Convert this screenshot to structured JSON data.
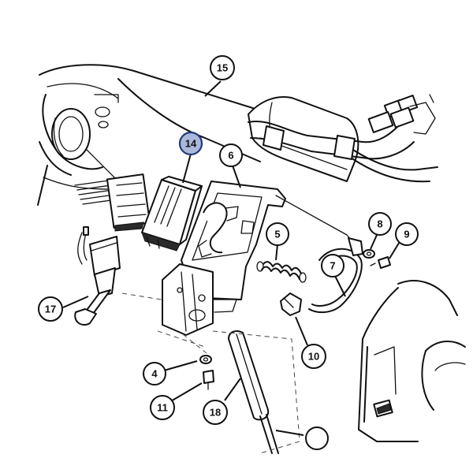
{
  "callouts": [
    {
      "id": "c15",
      "label": "15",
      "highlight": false
    },
    {
      "id": "c14",
      "label": "14",
      "highlight": true
    },
    {
      "id": "c6",
      "label": "6",
      "highlight": false
    },
    {
      "id": "c8",
      "label": "8",
      "highlight": false
    },
    {
      "id": "c9",
      "label": "9",
      "highlight": false
    },
    {
      "id": "c5",
      "label": "5",
      "highlight": false
    },
    {
      "id": "c7",
      "label": "7",
      "highlight": false
    },
    {
      "id": "c17",
      "label": "17",
      "highlight": false
    },
    {
      "id": "c10",
      "label": "10",
      "highlight": false
    },
    {
      "id": "c4",
      "label": "4",
      "highlight": false
    },
    {
      "id": "c11",
      "label": "11",
      "highlight": false
    },
    {
      "id": "c18",
      "label": "18",
      "highlight": false
    },
    {
      "id": "c_partial",
      "label": "",
      "highlight": false
    }
  ],
  "colors": {
    "line": "#111111",
    "highlight_fill": "#aab8dc",
    "highlight_stroke": "#243a78",
    "background": "#ffffff"
  }
}
